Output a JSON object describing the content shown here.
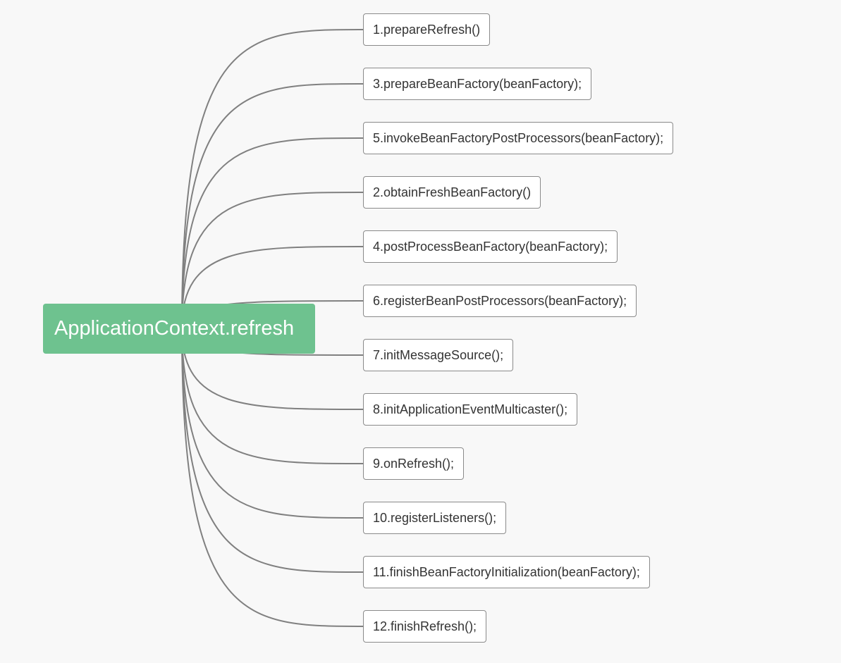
{
  "diagram": {
    "root": {
      "label": "ApplicationContext.refresh"
    },
    "children": [
      {
        "label": "1.prepareRefresh()"
      },
      {
        "label": "3.prepareBeanFactory(beanFactory);"
      },
      {
        "label": "5.invokeBeanFactoryPostProcessors(beanFactory);"
      },
      {
        "label": "2.obtainFreshBeanFactory()"
      },
      {
        "label": "4.postProcessBeanFactory(beanFactory);"
      },
      {
        "label": "6.registerBeanPostProcessors(beanFactory);"
      },
      {
        "label": "7.initMessageSource();"
      },
      {
        "label": "8.initApplicationEventMulticaster();"
      },
      {
        "label": "9.onRefresh();"
      },
      {
        "label": "10.registerListeners();"
      },
      {
        "label": "11.finishBeanFactoryInitialization(beanFactory);"
      },
      {
        "label": "12.finishRefresh();"
      }
    ],
    "colors": {
      "background": "#f8f8f8",
      "root_fill": "#6ec28f",
      "root_text": "#ffffff",
      "node_border": "#8a8a8a",
      "node_text": "#333333",
      "link": "#808080"
    }
  }
}
